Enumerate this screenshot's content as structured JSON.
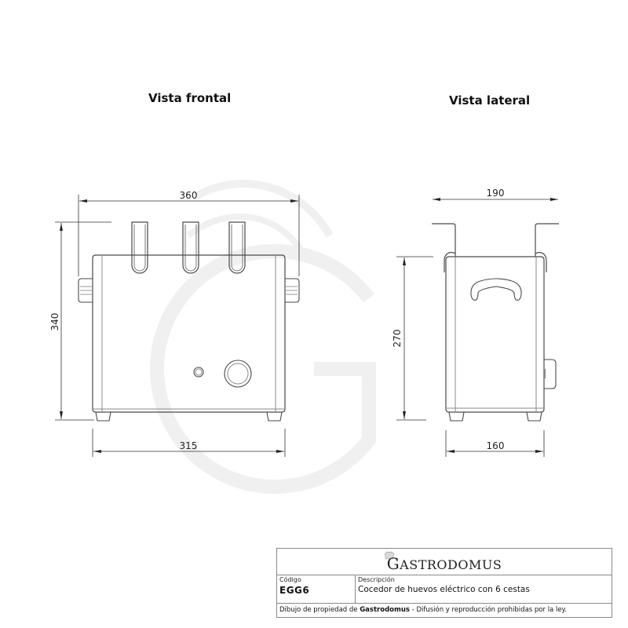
{
  "views": {
    "front": {
      "title": "Vista frontal",
      "dimensions": {
        "overall_width": "360",
        "height": "340",
        "body_width": "315"
      }
    },
    "side": {
      "title": "Vista lateral",
      "dimensions": {
        "overall_width": "190",
        "height": "270",
        "body_width": "160"
      }
    }
  },
  "title_block": {
    "brand_initial": "G",
    "brand_rest": "ASTRODOMUS",
    "code_label": "Código",
    "code_value": "EGG6",
    "description_label": "Descripción",
    "description_value": "Cocedor de huevos eléctrico con 6 cestas",
    "footer_prefix": "Dibujo de propiedad de ",
    "footer_owner": "Gastrodomus",
    "footer_suffix": " - Difusión y reproducción prohibidas por la ley."
  },
  "colors": {
    "line": "#4a4a4a",
    "dim_line": "#333333",
    "watermark": "#f1f1f1",
    "border": "#8a8a8a"
  }
}
